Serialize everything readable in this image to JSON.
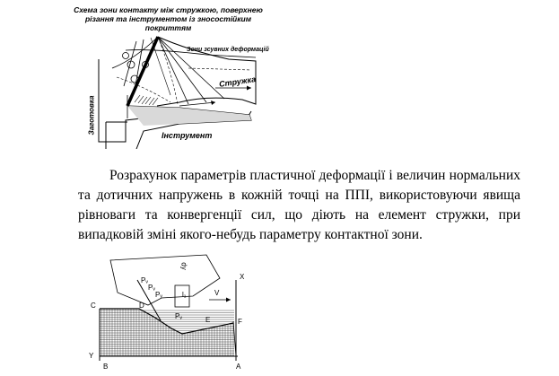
{
  "figure1": {
    "caption": "Схема зони контакту між стружкою, поверхнею різання та інструментом із зносостійким покриттям",
    "label_deformation_zone": "Зони зсувних деформацій",
    "label_chip": "Стружка",
    "label_tool": "Інструмент",
    "label_workpiece": "Заготовка"
  },
  "paragraph": "Розрахунок параметрів пластичної деформації і величин нормальних та дотичних напружень в кожній точці на ППІ, використовуючи явища рівноваги та конвергенції сил, що діють на елемент стружки, при випадковій зміні якого-небудь параметру контактної зони.",
  "figure2": {
    "labels": {
      "c": "C",
      "d": "D",
      "e": "E",
      "f": "F",
      "b": "B",
      "a": "A",
      "x": "X",
      "y": "Y",
      "v": "V",
      "l": "l₁",
      "dy": "dy",
      "p1": "Pᵥ",
      "p2": "Pᵥ",
      "p3": "Pᵥ",
      "p4": "Pᵥ"
    }
  }
}
